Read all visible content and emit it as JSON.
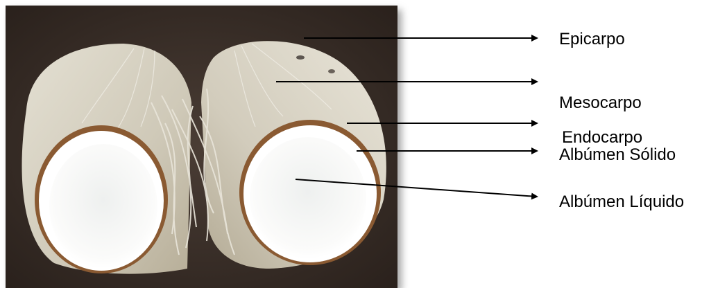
{
  "labels": {
    "epicarpo": "Epicarpo",
    "mesocarpo": "Mesocarpo",
    "endocarpo": "Endocarpo",
    "albumen_solido": "Albúmen Sólido",
    "albumen_liquido": "Albúmen Líquido"
  },
  "colors": {
    "background_soil": "#3b302a",
    "husk": "#d9d4c6",
    "shell": "#8a5a32",
    "meat": "#f4f4f2",
    "arrow": "#000000"
  }
}
